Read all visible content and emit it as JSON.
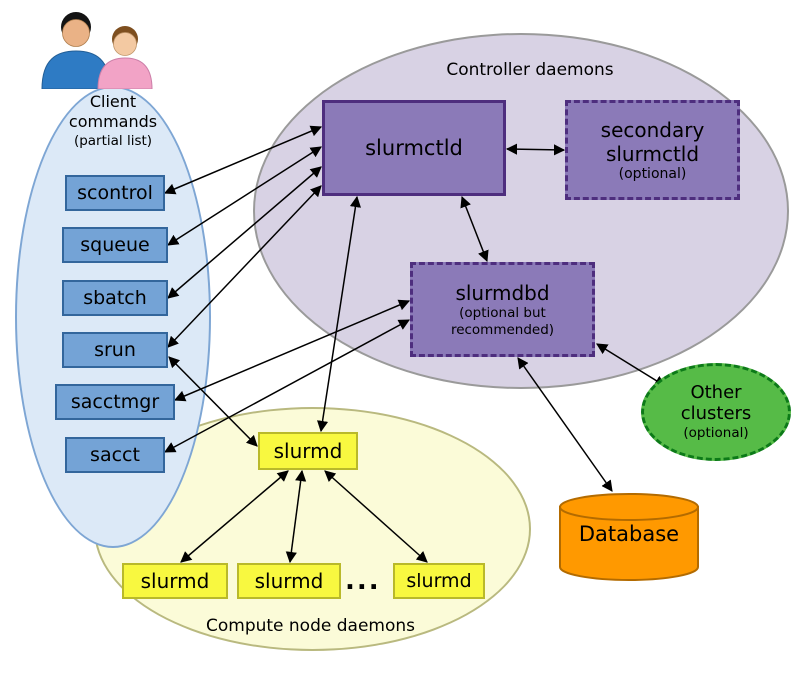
{
  "diagram": {
    "client": {
      "title": [
        "Client",
        "commands",
        "(partial list)"
      ],
      "commands": [
        "scontrol",
        "squeue",
        "sbatch",
        "srun",
        "sacctmgr",
        "sacct"
      ]
    },
    "controller": {
      "title": "Controller daemons",
      "slurmctld": "slurmctld",
      "secondary": {
        "name1": "secondary",
        "name2": "slurmctld",
        "note": "(optional)"
      },
      "slurmdbd": {
        "name": "slurmdbd",
        "note1": "(optional but",
        "note2": "recommended)"
      }
    },
    "compute": {
      "title": "Compute node daemons",
      "head": "slurmd",
      "nodes": [
        "slurmd",
        "slurmd",
        "slurmd"
      ],
      "ellipsis": "..."
    },
    "other_clusters": {
      "name1": "Other",
      "name2": "clusters",
      "note": "(optional)"
    },
    "database": {
      "label": "Database"
    },
    "colors": {
      "client_ellipse": "#dce9f7",
      "client_box": "#74a3d6",
      "controller_ellipse": "#d8d2e4",
      "controller_box": "#8b7ab8",
      "controller_border": "#4e2e7e",
      "compute_ellipse": "#fbfbd8",
      "compute_box": "#f8f840",
      "other_clusters_fill": "#56bb47",
      "other_clusters_border": "#0c7a18",
      "database_fill": "#ff9900",
      "arrow": "#000000"
    }
  }
}
